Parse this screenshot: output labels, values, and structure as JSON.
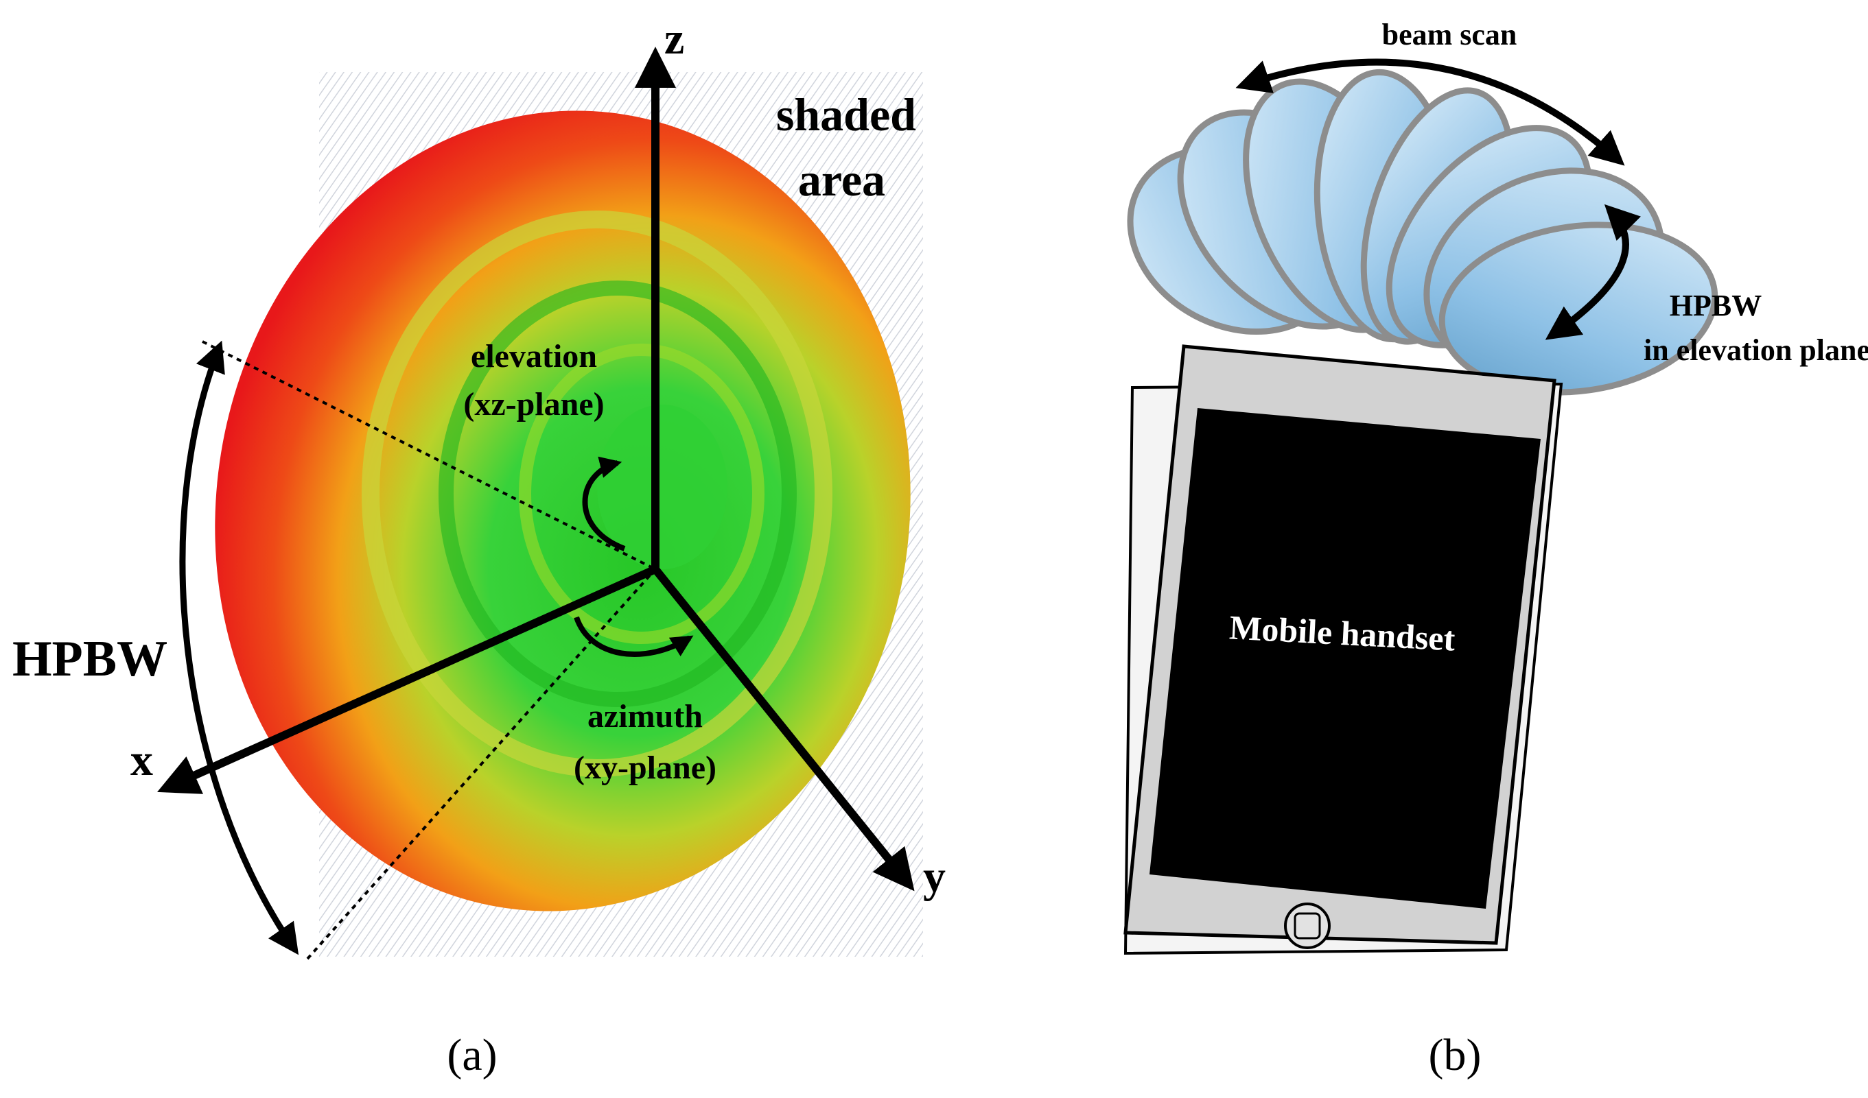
{
  "panel_a": {
    "axis_z": "z",
    "axis_x": "x",
    "axis_y": "y",
    "shaded_line1": "shaded",
    "shaded_line2": "area",
    "elevation_line1": "elevation",
    "elevation_line2": "(xz-plane)",
    "azimuth_line1": "azimuth",
    "azimuth_line2": "(xy-plane)",
    "hpbw": "HPBW",
    "caption": "(a)"
  },
  "panel_b": {
    "beam_scan": "beam scan",
    "hpbw_line1": "HPBW",
    "hpbw_line2": "in elevation plane",
    "device": "Mobile handset",
    "caption": "(b)"
  },
  "colors": {
    "pattern_outer": "#e8181a",
    "pattern_mid": "#f2a017",
    "pattern_inner": "#27c727",
    "beam_fill": "#8ec1e6",
    "screen": "#000000"
  }
}
